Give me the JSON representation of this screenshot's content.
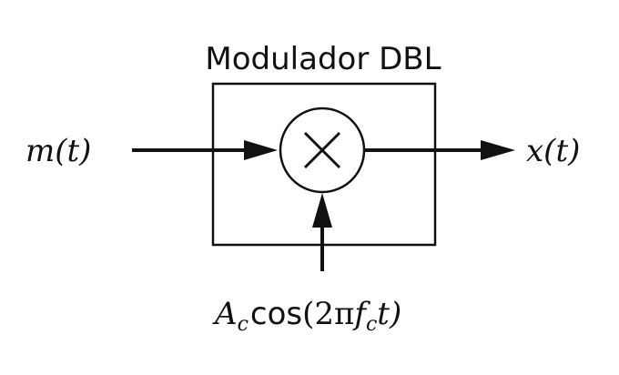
{
  "diagram": {
    "title": "Modulador DBL",
    "input_label": "m(t)",
    "output_label": "x(t)",
    "carrier_label": {
      "amplitude": "A",
      "amplitude_sub": "c",
      "func": "cos",
      "open": "(2π",
      "freq": "f",
      "freq_sub": "c",
      "close": "t)"
    },
    "multiplier_symbol": "×"
  }
}
